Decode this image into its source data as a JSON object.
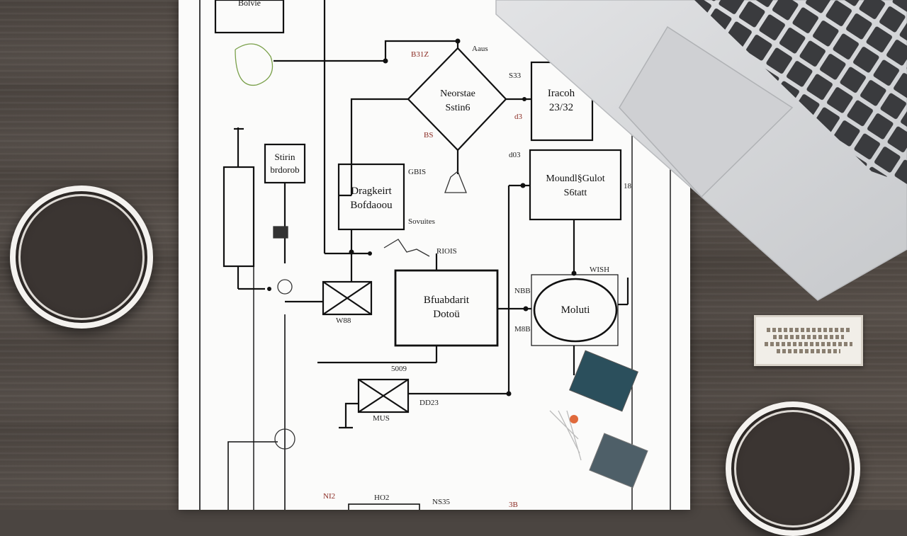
{
  "scene": {
    "description_colors": {
      "desk": "#4f4843",
      "paper": "#fbfbfa",
      "laptop_body": "#d6d7d9",
      "keys": "#3a3b3e",
      "coffee": "#3b3532"
    }
  },
  "schematic": {
    "blocks": {
      "top_box": "Bolvie",
      "decision_line1": "Neorstae",
      "decision_line2": "Sstin6",
      "right_top_line1": "Iracoh",
      "right_top_line2": "23/32",
      "small_box_line1": "Stirin",
      "small_box_line2": "brdorob",
      "center_left_line1": "Dragkeirt",
      "center_left_line2": "Bofdaoou",
      "center_right_line1": "Moundl§Gulot",
      "center_right_line2": "S6tatt",
      "main_line1": "Bfuabdarit",
      "main_line2": "Dotoü",
      "ellipse": "Moluti"
    },
    "labels": {
      "l_b3": "B31Z",
      "l_axus": "Aaus",
      "l_s33": "S33",
      "l_d3": "d3",
      "l_bs": "BS",
      "l_gbis": "GBIS",
      "l_sovuites": "Sovuites",
      "l_ris": "RIOIS",
      "l_d3b": "d03",
      "l_18": "18",
      "l_wist": "WISH",
      "l_nb": "NBB",
      "l_w8b": "W88",
      "l_md6": "M8B",
      "l_5009": "5009",
      "l_dd23": "DD23",
      "l_mus": "MUS",
      "l_h02": "HO2",
      "l_ns35": "NS35",
      "l_nl": "NI2",
      "l_3b": "3B"
    }
  }
}
